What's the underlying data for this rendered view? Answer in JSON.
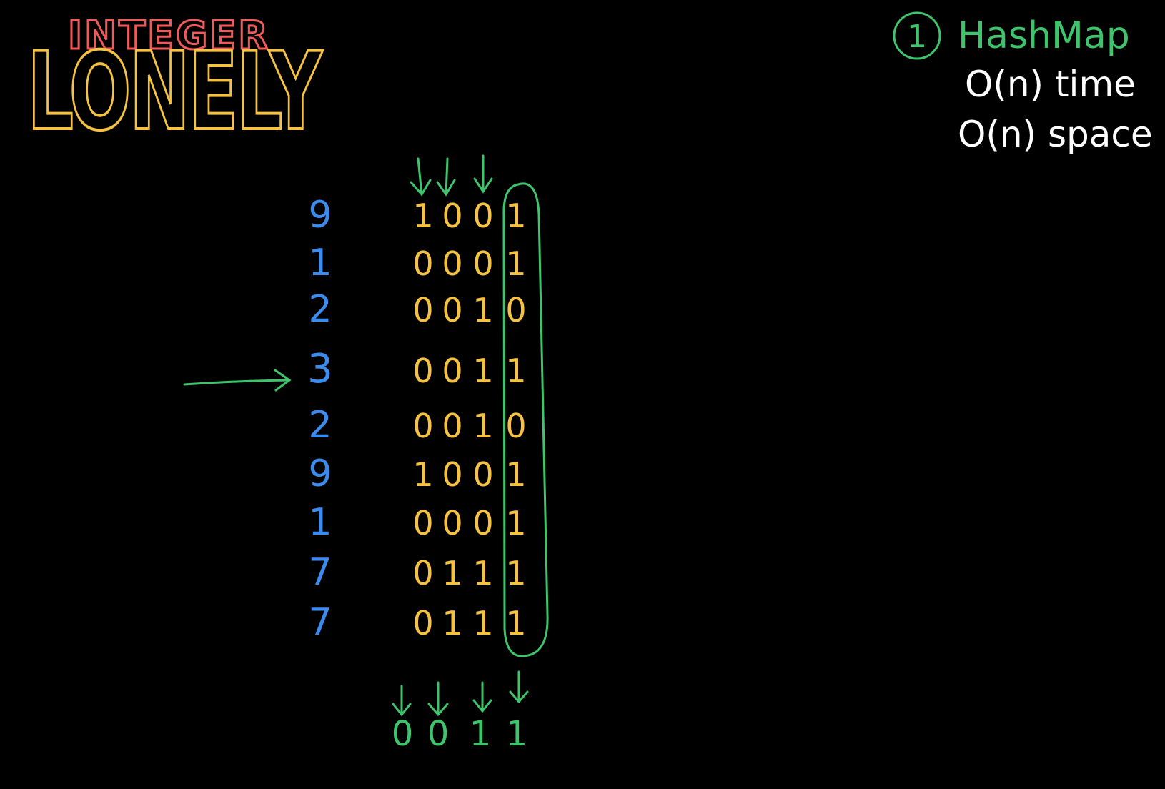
{
  "title": {
    "top": "INTEGER",
    "bottom": "LONELY",
    "top_color": "#f25a5a",
    "bottom_color": "#f5c242"
  },
  "approach": {
    "number": "1",
    "name": "HashMap",
    "time": "O(n) time",
    "space": "O(n) space",
    "accent_color": "#3ec46d",
    "text_color": "#ffffff"
  },
  "numbers": [
    "9",
    "1",
    "2",
    "3",
    "2",
    "9",
    "1",
    "7",
    "7"
  ],
  "bits": [
    [
      "1",
      "0",
      "0",
      "1"
    ],
    [
      "0",
      "0",
      "0",
      "1"
    ],
    [
      "0",
      "0",
      "1",
      "0"
    ],
    [
      "0",
      "0",
      "1",
      "1"
    ],
    [
      "0",
      "0",
      "1",
      "0"
    ],
    [
      "1",
      "0",
      "0",
      "1"
    ],
    [
      "0",
      "0",
      "0",
      "1"
    ],
    [
      "0",
      "1",
      "1",
      "1"
    ],
    [
      "0",
      "1",
      "1",
      "1"
    ]
  ],
  "result_bits": [
    "0",
    "0",
    "1",
    "1"
  ],
  "colors": {
    "numbers": "#3c8cf0",
    "bits": "#f5c242",
    "annotations": "#3ec46d"
  },
  "icons": [
    "arrow-right-icon",
    "arrow-down-icon",
    "column-highlight-icon",
    "circle-number-icon"
  ]
}
